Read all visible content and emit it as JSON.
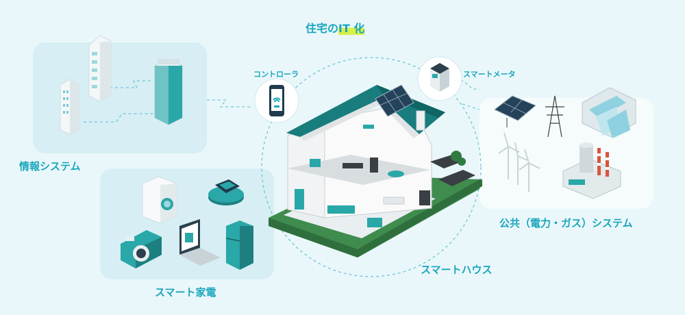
{
  "title": {
    "prefix": "住宅の",
    "highlight": "IT 化"
  },
  "groups": {
    "info_system": "情報システム",
    "smart_appliances": "スマート家電",
    "smart_house": "スマートハウス",
    "public_system": "公共（電力・ガス）システム"
  },
  "devices": {
    "controller": "コントローラ",
    "smart_meter": "スマートメータ"
  },
  "colors": {
    "background": "#eaf7fa",
    "panel": "#d9eef4",
    "accent": "#1aa6bd",
    "teal": "#138a8f",
    "highlight": "#d9f04a"
  }
}
